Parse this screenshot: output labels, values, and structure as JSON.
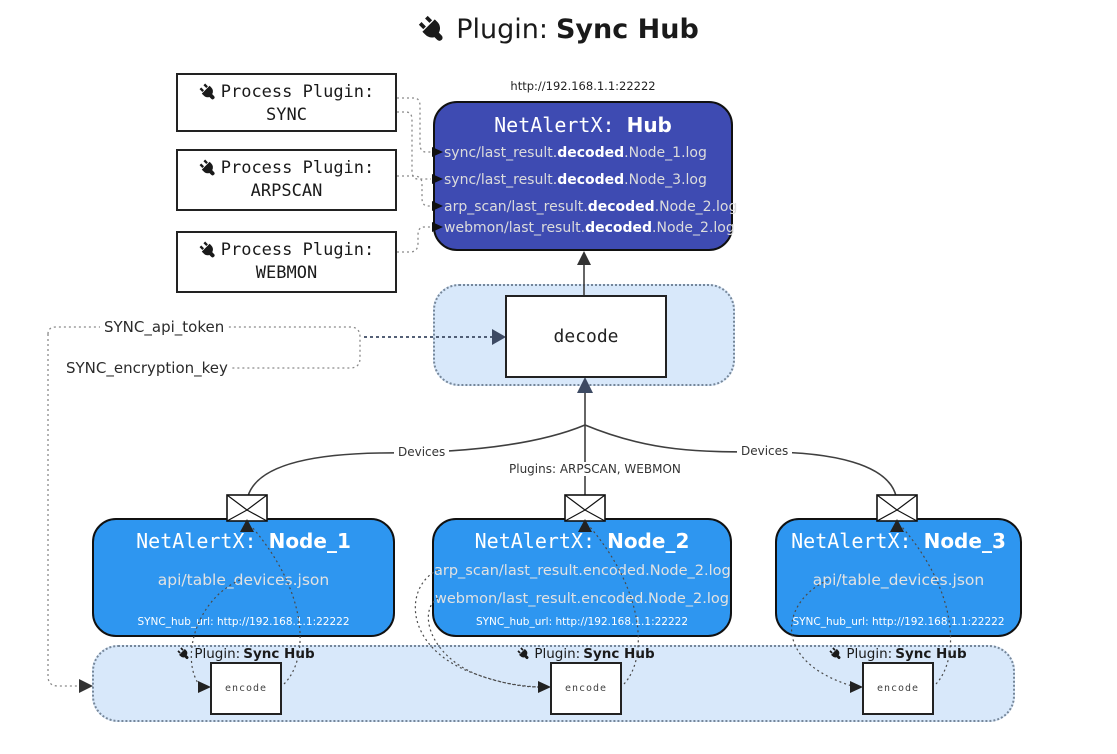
{
  "title": {
    "icon": "plug-icon",
    "prefix": "Plugin:",
    "name": "Sync Hub"
  },
  "hub": {
    "url": "http://192.168.1.1:22222",
    "title_prefix": "NetAlertX: ",
    "title_name": "Hub",
    "logs": [
      {
        "pre": "sync/last_result.",
        "bold": "decoded",
        "post": ".Node_1.log"
      },
      {
        "pre": "sync/last_result.",
        "bold": "decoded",
        "post": ".Node_3.log"
      },
      {
        "pre": "arp_scan/last_result.",
        "bold": "decoded",
        "post": ".Node_2.log"
      },
      {
        "pre": "webmon/last_result.",
        "bold": "decoded",
        "post": ".Node_2.log"
      }
    ]
  },
  "process_plugins": [
    {
      "label": "Process Plugin:",
      "name": "SYNC"
    },
    {
      "label": "Process Plugin:",
      "name": "ARPSCAN"
    },
    {
      "label": "Process Plugin:",
      "name": "WEBMON"
    }
  ],
  "decode": {
    "label": "decode"
  },
  "config": {
    "api_token": "SYNC_api_token",
    "encryption_key": "SYNC_encryption_key"
  },
  "edges": {
    "devices_left": "Devices",
    "plugins_mid": "Plugins: ARPSCAN, WEBMON",
    "devices_right": "Devices"
  },
  "nodes": [
    {
      "title_prefix": "NetAlertX: ",
      "title_name": "Node_1",
      "lines": [
        "api/table_devices.json"
      ],
      "hub_url": "SYNC_hub_url: http://192.168.1.1:22222"
    },
    {
      "title_prefix": "NetAlertX: ",
      "title_name": "Node_2",
      "lines": [
        "arp_scan/last_result.encoded.Node_2.log",
        "webmon/last_result.encoded.Node_2.log"
      ],
      "hub_url": "SYNC_hub_url: http://192.168.1.1:22222"
    },
    {
      "title_prefix": "NetAlertX: ",
      "title_name": "Node_3",
      "lines": [
        "api/table_devices.json"
      ],
      "hub_url": "SYNC_hub_url: http://192.168.1.1:22222"
    }
  ],
  "encoders": [
    {
      "prefix": "Plugin: ",
      "name": "Sync Hub",
      "box_label": "encode"
    },
    {
      "prefix": "Plugin: ",
      "name": "Sync Hub",
      "box_label": "encode"
    },
    {
      "prefix": "Plugin: ",
      "name": "Sync Hub",
      "box_label": "encode"
    }
  ],
  "colors": {
    "hub_fill": "#3e4bb2",
    "node_fill": "#2e96f0",
    "panel_fill": "#d8e8fa",
    "panel_border": "#76879a",
    "arrow_dark": "#3d4a63",
    "line": "#3f3f3f"
  }
}
